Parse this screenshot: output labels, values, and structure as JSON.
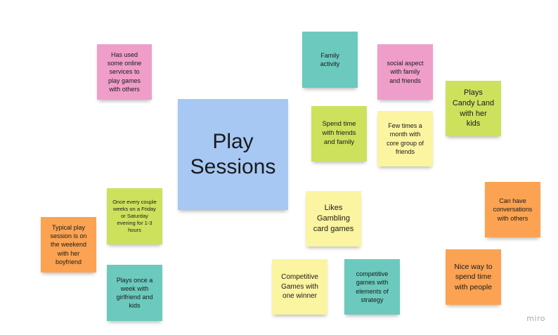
{
  "board": {
    "notes": [
      {
        "id": "has-used-online-services",
        "text": "Has used\nsome online\nservices to\nplay games\nwith others",
        "color": "#ef9ec9"
      },
      {
        "id": "play-sessions",
        "text": "Play\nSessions",
        "color": "#a6c8f3"
      },
      {
        "id": "family-activity",
        "text": "Family\nactivity",
        "color": "#6bcabd"
      },
      {
        "id": "social-aspect",
        "text": "social aspect\nwith family\nand friends",
        "color": "#ef9ec9"
      },
      {
        "id": "plays-candy-land",
        "text": "Plays\nCandy Land\nwith her\nkids",
        "color": "#cde15d"
      },
      {
        "id": "spend-time-friends-family",
        "text": "Spend time\nwith friends\nand family",
        "color": "#cde15d"
      },
      {
        "id": "few-times-a-month",
        "text": "Few times a\nmonth with\ncore group of\nfriends",
        "color": "#fbf4a0"
      },
      {
        "id": "once-every-couple-weeks",
        "text": "Once every couple\nweeks on a Friday\nor Saturday\nevening for 1-3\nhours",
        "color": "#cde15d"
      },
      {
        "id": "likes-gambling",
        "text": "Likes\nGambling\ncard games",
        "color": "#fbf4a0"
      },
      {
        "id": "can-have-conversations",
        "text": "Can have\nconversations\nwith others",
        "color": "#fba352"
      },
      {
        "id": "typical-play-session",
        "text": "Typical play\nsession is on\nthe weekend\nwith her\nboyfriend",
        "color": "#fba352"
      },
      {
        "id": "plays-once-a-week",
        "text": "Plays once a\nweek with\ngirlfriend and\nkids",
        "color": "#6bcabd"
      },
      {
        "id": "competitive-one-winner",
        "text": "Competitive\nGames with\none winner",
        "color": "#fbf4a0"
      },
      {
        "id": "competitive-strategy",
        "text": "competitive\ngames with\nelements of\nstrategy",
        "color": "#6bcabd"
      },
      {
        "id": "nice-way-to-spend-time",
        "text": "Nice way to\nspend time\nwith people",
        "color": "#fba352"
      }
    ]
  },
  "watermark": "miro"
}
